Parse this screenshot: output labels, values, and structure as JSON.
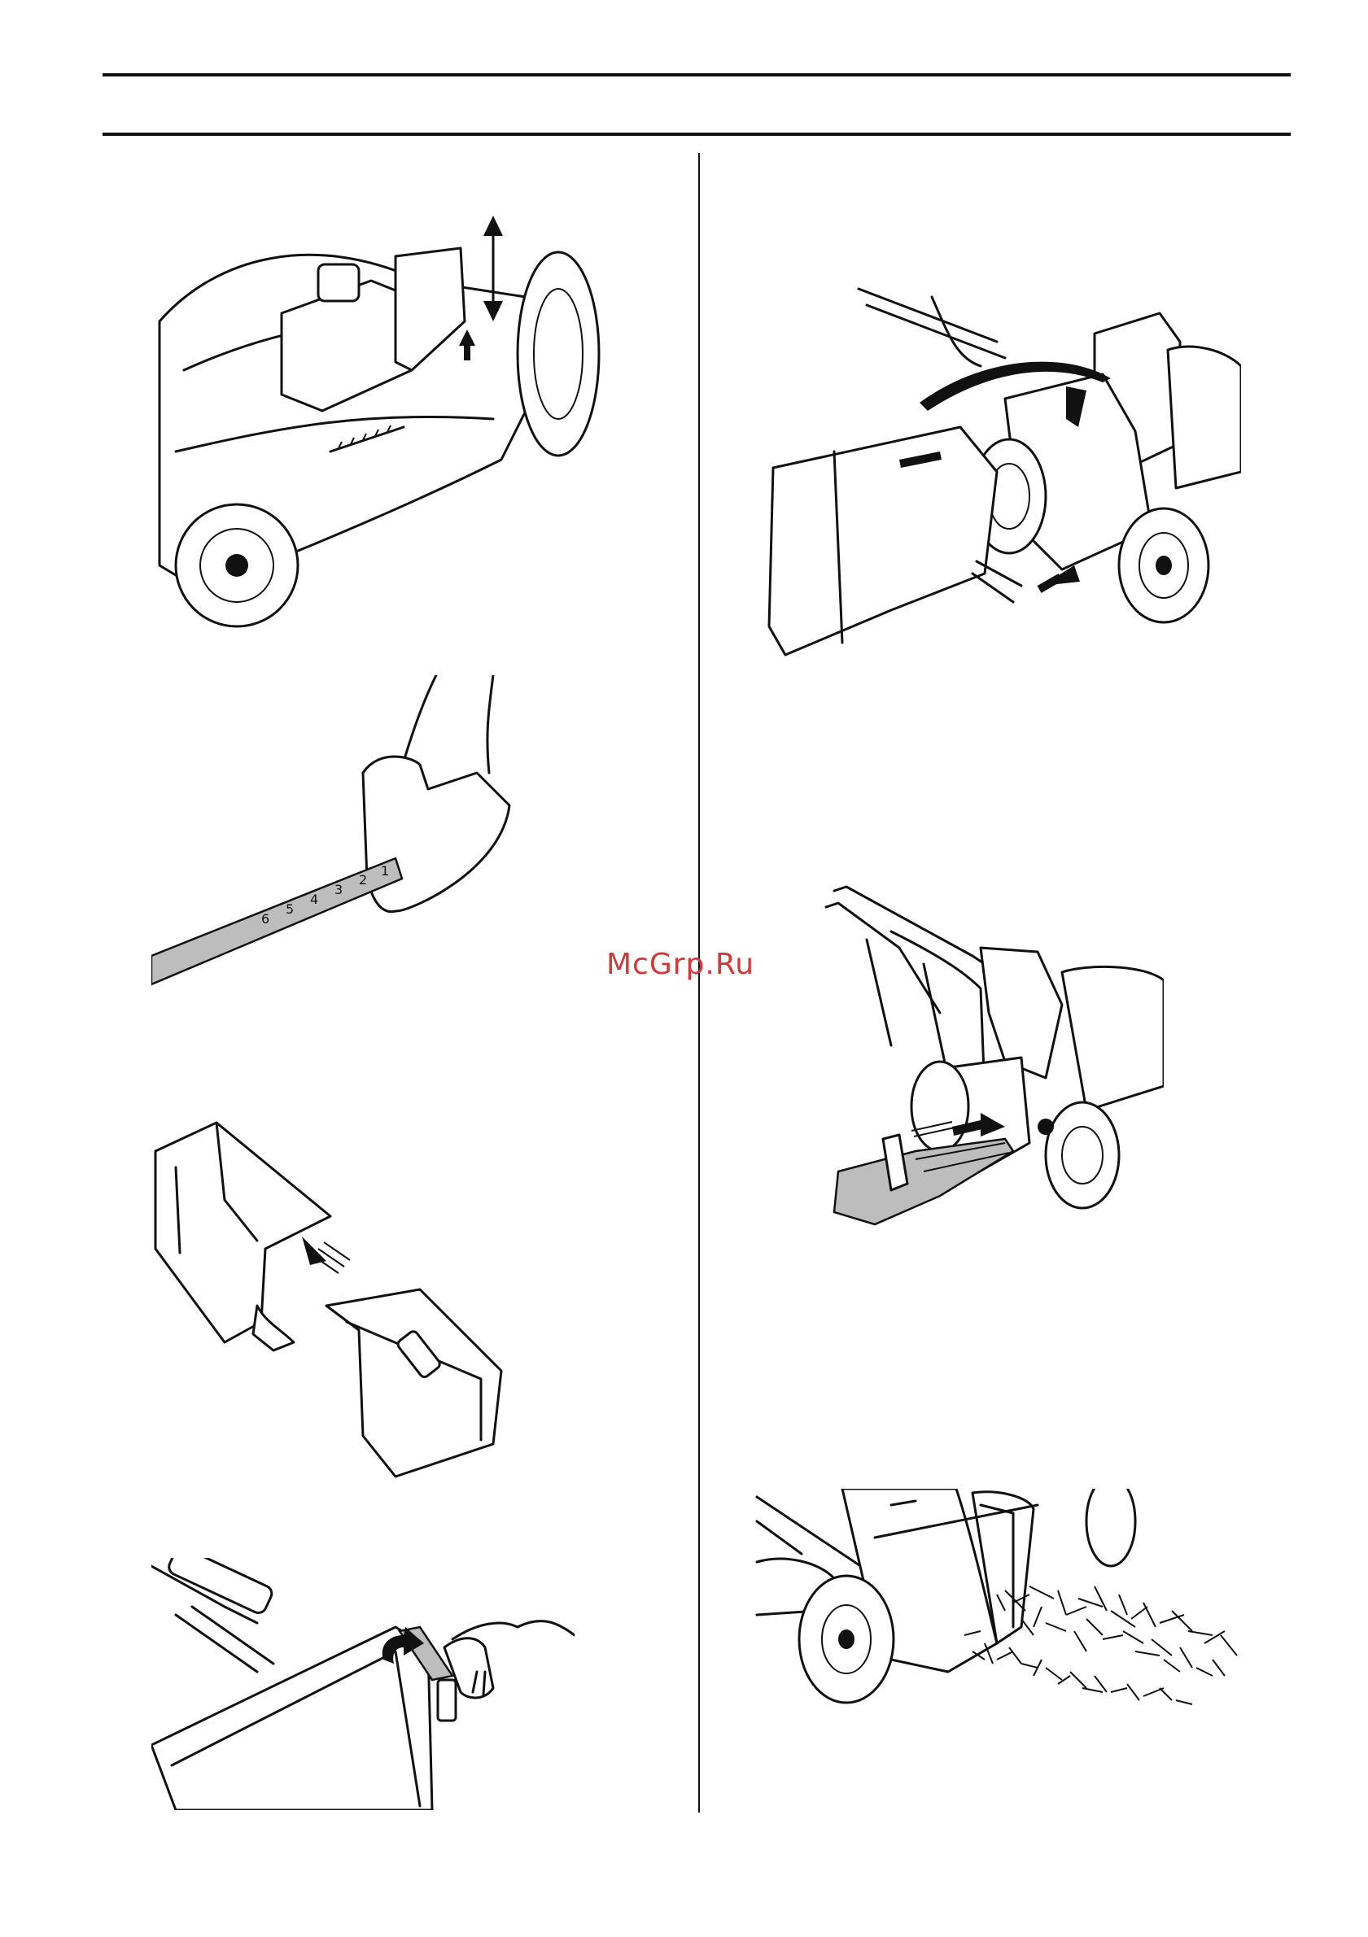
{
  "watermark": "McGrp.Ru",
  "figures": [
    {
      "name": "fig-height-adjust",
      "icon": "mower-height-adjust"
    },
    {
      "name": "fig-height-scale",
      "icon": "height-scale-detail",
      "scale_labels": [
        "6",
        "5",
        "4",
        "3",
        "2",
        "1"
      ]
    },
    {
      "name": "fig-bag-frame-insert",
      "icon": "grass-bag-frame"
    },
    {
      "name": "fig-bag-clip",
      "icon": "grass-bag-clip"
    },
    {
      "name": "fig-bag-attach",
      "icon": "mower-grass-bag-attach"
    },
    {
      "name": "fig-mulch-plug",
      "icon": "mower-mulch-plug"
    },
    {
      "name": "fig-side-discharge",
      "icon": "mower-side-discharge"
    }
  ],
  "colors": {
    "ink": "#111111",
    "fill_gray": "#bdbdbd",
    "watermark": "#d23a3a"
  }
}
